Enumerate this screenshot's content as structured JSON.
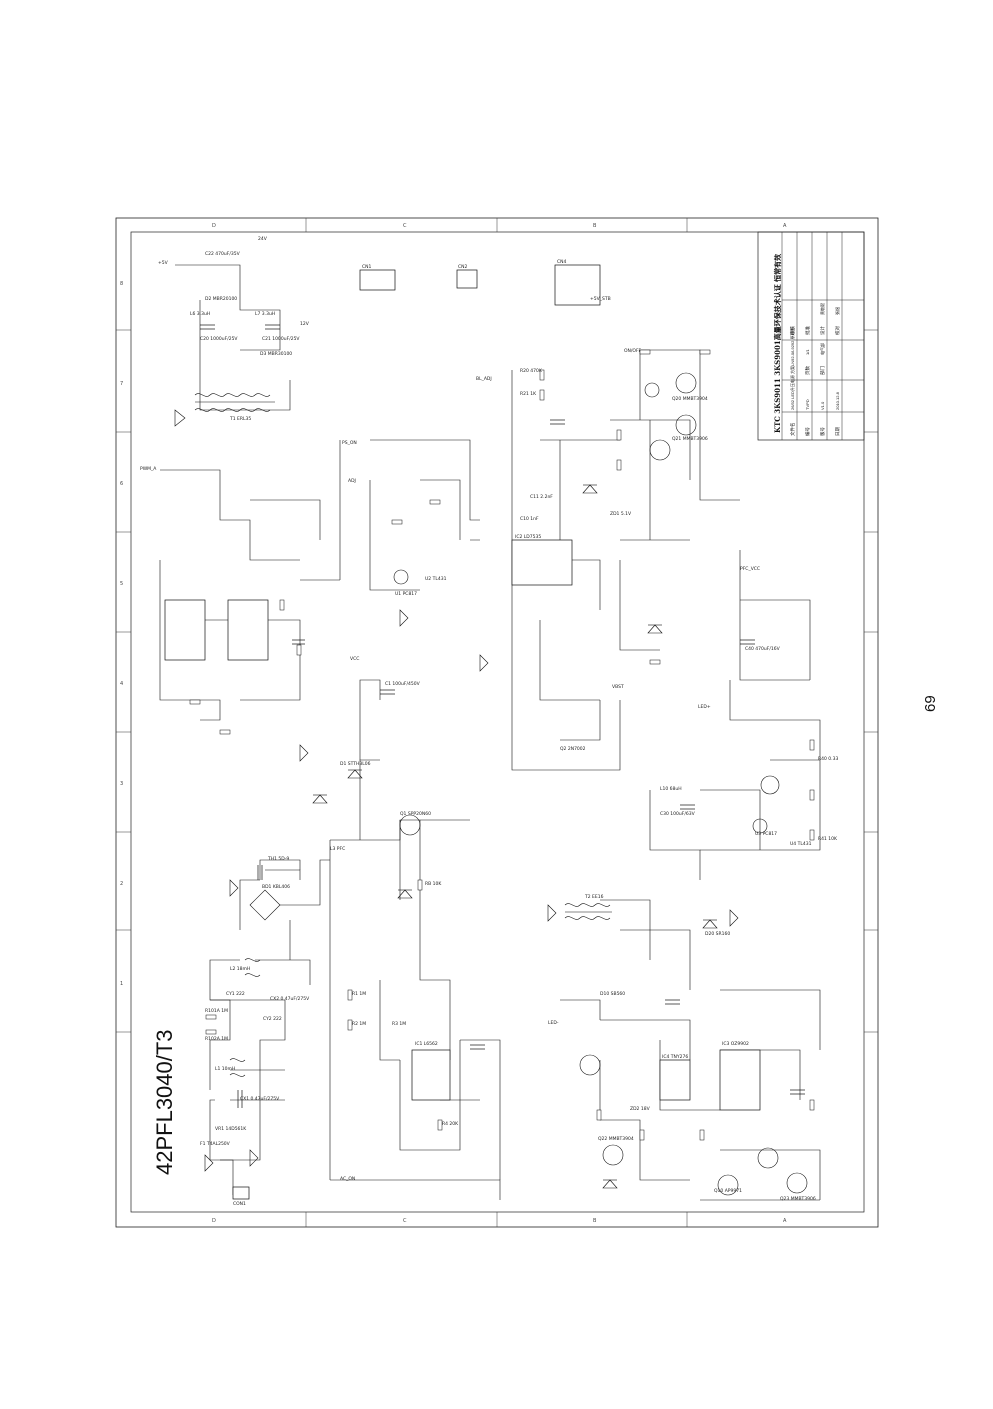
{
  "page": {
    "model": "42PFL3040/T3",
    "page_number": "69"
  },
  "title_block": {
    "title": "KTC 3KS9011 3KS9001高量环保技术认证 恒常有效",
    "rows": [
      {
        "label": "文件名",
        "value": "26/32 LED升压电源 方案LN92-0/L9292 原理图"
      },
      {
        "label": "编号",
        "value": "TVPD"
      },
      {
        "label": "版号",
        "value": "V1.0"
      },
      {
        "label": "日期",
        "value": "2010.12.8"
      },
      {
        "label": "页数",
        "value": "1/1"
      },
      {
        "label": "部门",
        "value": "电气部"
      },
      {
        "label": "审核",
        "value": ""
      },
      {
        "label": "批准",
        "value": ""
      },
      {
        "label": "设计",
        "value": "黄敬毅"
      },
      {
        "label": "校对",
        "value": "張煜"
      }
    ]
  },
  "zones": {
    "top": [
      "D",
      "C",
      "B",
      "A"
    ],
    "side": [
      "8",
      "7",
      "6",
      "5",
      "4",
      "3",
      "2",
      "1"
    ]
  },
  "connectors": {
    "power_in": "CON1",
    "cn_top": "CN1",
    "cn_mid": "CN2",
    "cn_right": "CN4"
  },
  "net_labels": [
    "+5V",
    "12V",
    "24V",
    "PS_ON",
    "PWM_A",
    "ADJ",
    "BL_ADJ",
    "ON/OFF",
    "VBST",
    "AC_ON",
    "LED+",
    "LED-",
    "VCC",
    "+5V_STB",
    "PFC_VCC"
  ],
  "components": {
    "input": [
      "F1 T4AL250V",
      "VR1 14D561K",
      "CX1 0.47uF/275V",
      "CX2 0.47uF/275V",
      "L1 10mH",
      "L2 18mH",
      "CY1 222",
      "CY2 222",
      "R101A 1M",
      "R102A 1M",
      "BD1 KBL406",
      "TH1 5D-9"
    ],
    "pfc": [
      "IC1 L6562",
      "Q1 SPP20N60",
      "D1 STTH3L06",
      "C1 100uF/450V",
      "R1 1M",
      "R2 1M",
      "R3 1M",
      "RB 10K",
      "R4 20K",
      "L3 PFC"
    ],
    "pwm": [
      "IC2 LD7535",
      "T1 ERL35",
      "U1 PC817",
      "U2 TL431",
      "Q2 2N7002",
      "R20 470K",
      "R21 1K",
      "C10 1nF",
      "C11 2.2nF"
    ],
    "secondary": [
      "D2 MBR20100",
      "D3 MBR30100",
      "C20 1000uF/25V",
      "C21 1000uF/25V",
      "C22 470uF/35V",
      "L6 3.3uH",
      "L7 3.3uH"
    ],
    "led_driver": [
      "IC3 OZ9902",
      "Q10 AP9971",
      "D10 SB560",
      "L10 68uH",
      "C30 100uF/63V",
      "R40 0.33",
      "R41 10K"
    ],
    "standby": [
      "IC4 TNY276",
      "T2 EE16",
      "U3 PC817",
      "U4 TL431",
      "D20 SR160",
      "C40 470uF/16V"
    ],
    "control": [
      "Q20 MMBT3904",
      "Q21 MMBT3906",
      "Q22 MMBT3904",
      "Q23 MMBT3906",
      "ZD1 5.1V",
      "ZD2 18V"
    ]
  }
}
